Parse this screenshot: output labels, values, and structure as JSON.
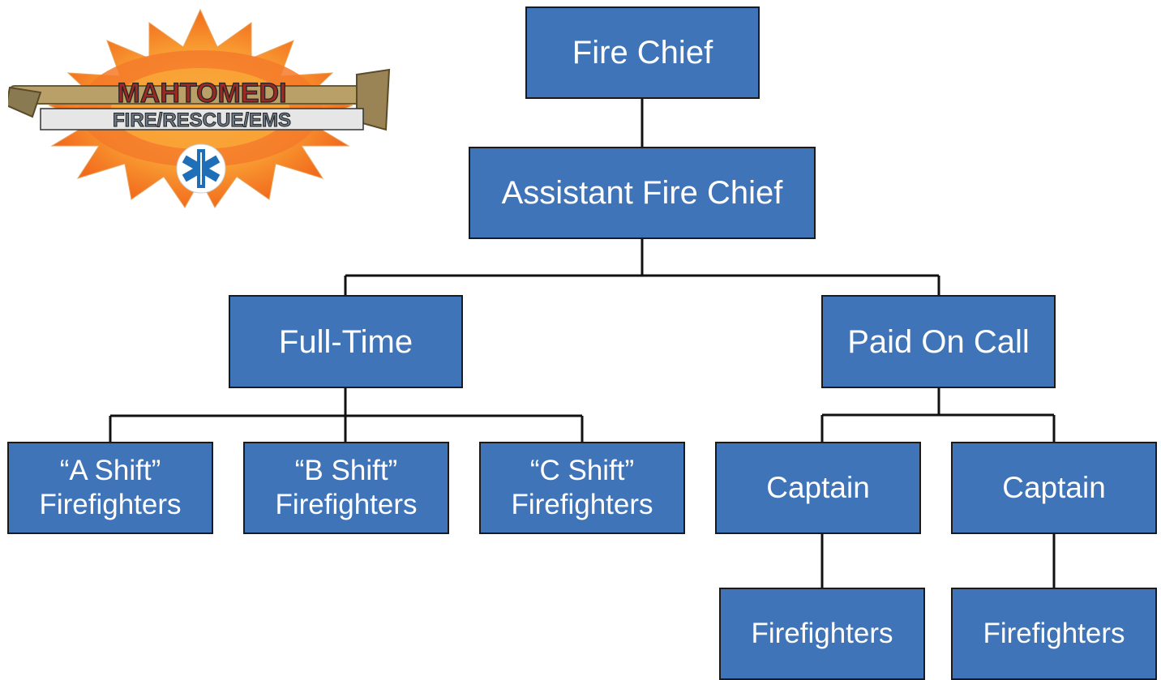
{
  "logo": {
    "line1": "MAHTOMEDI",
    "line2": "FIRE/RESCUE/EMS",
    "icon": "star-of-life-icon",
    "colors": {
      "flame": "#f26b1d",
      "flame_light": "#fbb03b",
      "emblem": "#1e6fb8",
      "text": "#5b6b78"
    }
  },
  "chart": {
    "chief": "Fire Chief",
    "assistant": "Assistant Fire Chief",
    "full_time": {
      "label": "Full-Time",
      "shifts": [
        {
          "line1": "“A Shift”",
          "line2": "Firefighters"
        },
        {
          "line1": "“B Shift”",
          "line2": "Firefighters"
        },
        {
          "line1": "“C Shift”",
          "line2": "Firefighters"
        }
      ]
    },
    "paid_on_call": {
      "label": "Paid On Call",
      "captains": [
        {
          "label": "Captain",
          "firefighters": "Firefighters"
        },
        {
          "label": "Captain",
          "firefighters": "Firefighters"
        }
      ]
    }
  },
  "colors": {
    "box_fill": "#3f74b8",
    "box_border": "#1a1a1a",
    "box_text": "#ffffff",
    "connector": "#111111"
  }
}
